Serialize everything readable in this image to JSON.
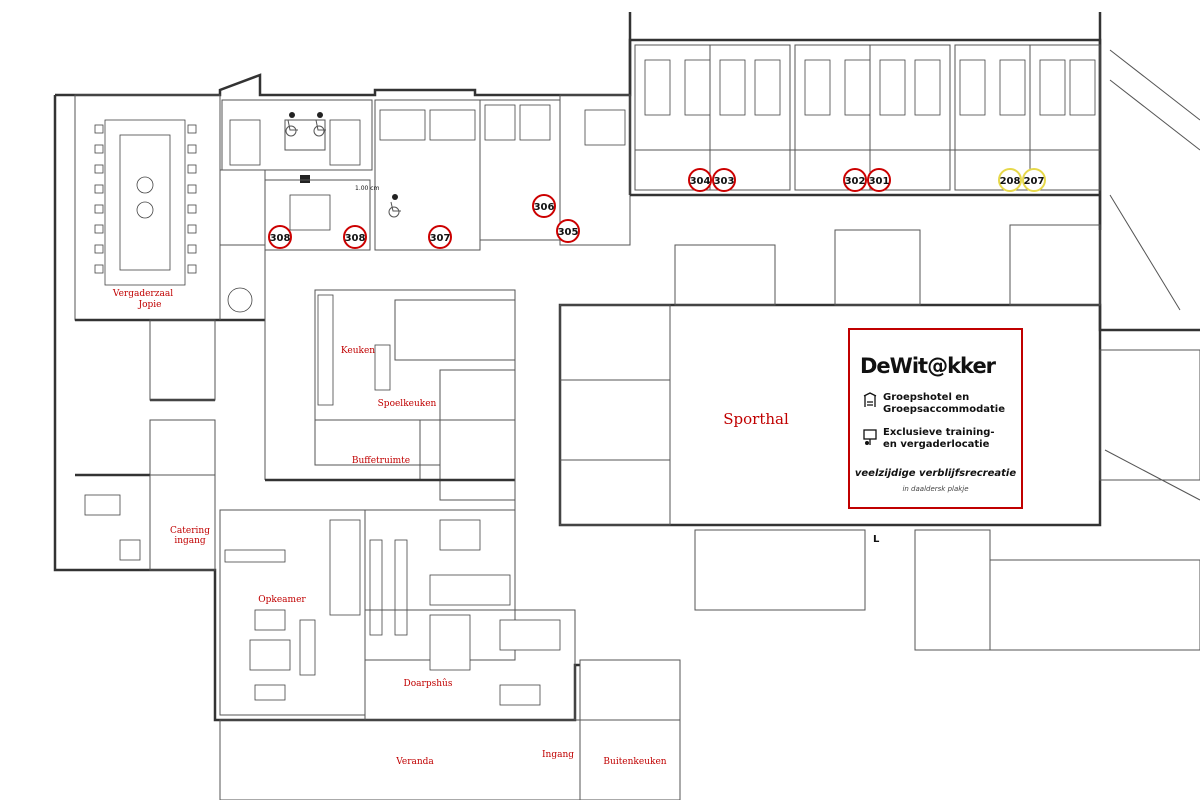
{
  "rooms": {
    "vergaderzaal": "Vergaderzaal",
    "jopie": "Jopie",
    "keuken": "Keuken",
    "spoelkeuken": "Spoelkeuken",
    "buffetruimte": "Buffetruimte",
    "sporthal": "Sporthal",
    "catering": "Catering",
    "ingang_catering": "ingang",
    "opkeamer": "Opkeamer",
    "doarpshus": "Doarpshûs",
    "veranda": "Veranda",
    "ingang": "Ingang",
    "buitenkeuken": "Buitenkeuken"
  },
  "room_numbers": {
    "r308a": "308",
    "r308b": "308",
    "r307": "307",
    "r306": "306",
    "r305": "305",
    "r304": "304",
    "r303": "303",
    "r302": "302",
    "r301": "301",
    "r208": "208",
    "r207": "207"
  },
  "dimension_note": "1.00 cm",
  "stair_label": "L",
  "logo": {
    "brand": "DeWit@kker",
    "line1": "Groepshotel en",
    "line2": "Groepsaccommodatie",
    "line3": "Exclusieve training-",
    "line4": "en vergaderlocatie",
    "tagline": "veelzijdige verblijfsrecreatie",
    "subtagline": "in daaldersk plakje"
  },
  "colors": {
    "label_red": "#c00000",
    "number_circle_red": "#cc0000",
    "number_circle_yellow": "#e6d84a",
    "wall": "#333333"
  },
  "icons": [
    "wheelchair-icon",
    "bed-icon",
    "presentation-icon"
  ]
}
